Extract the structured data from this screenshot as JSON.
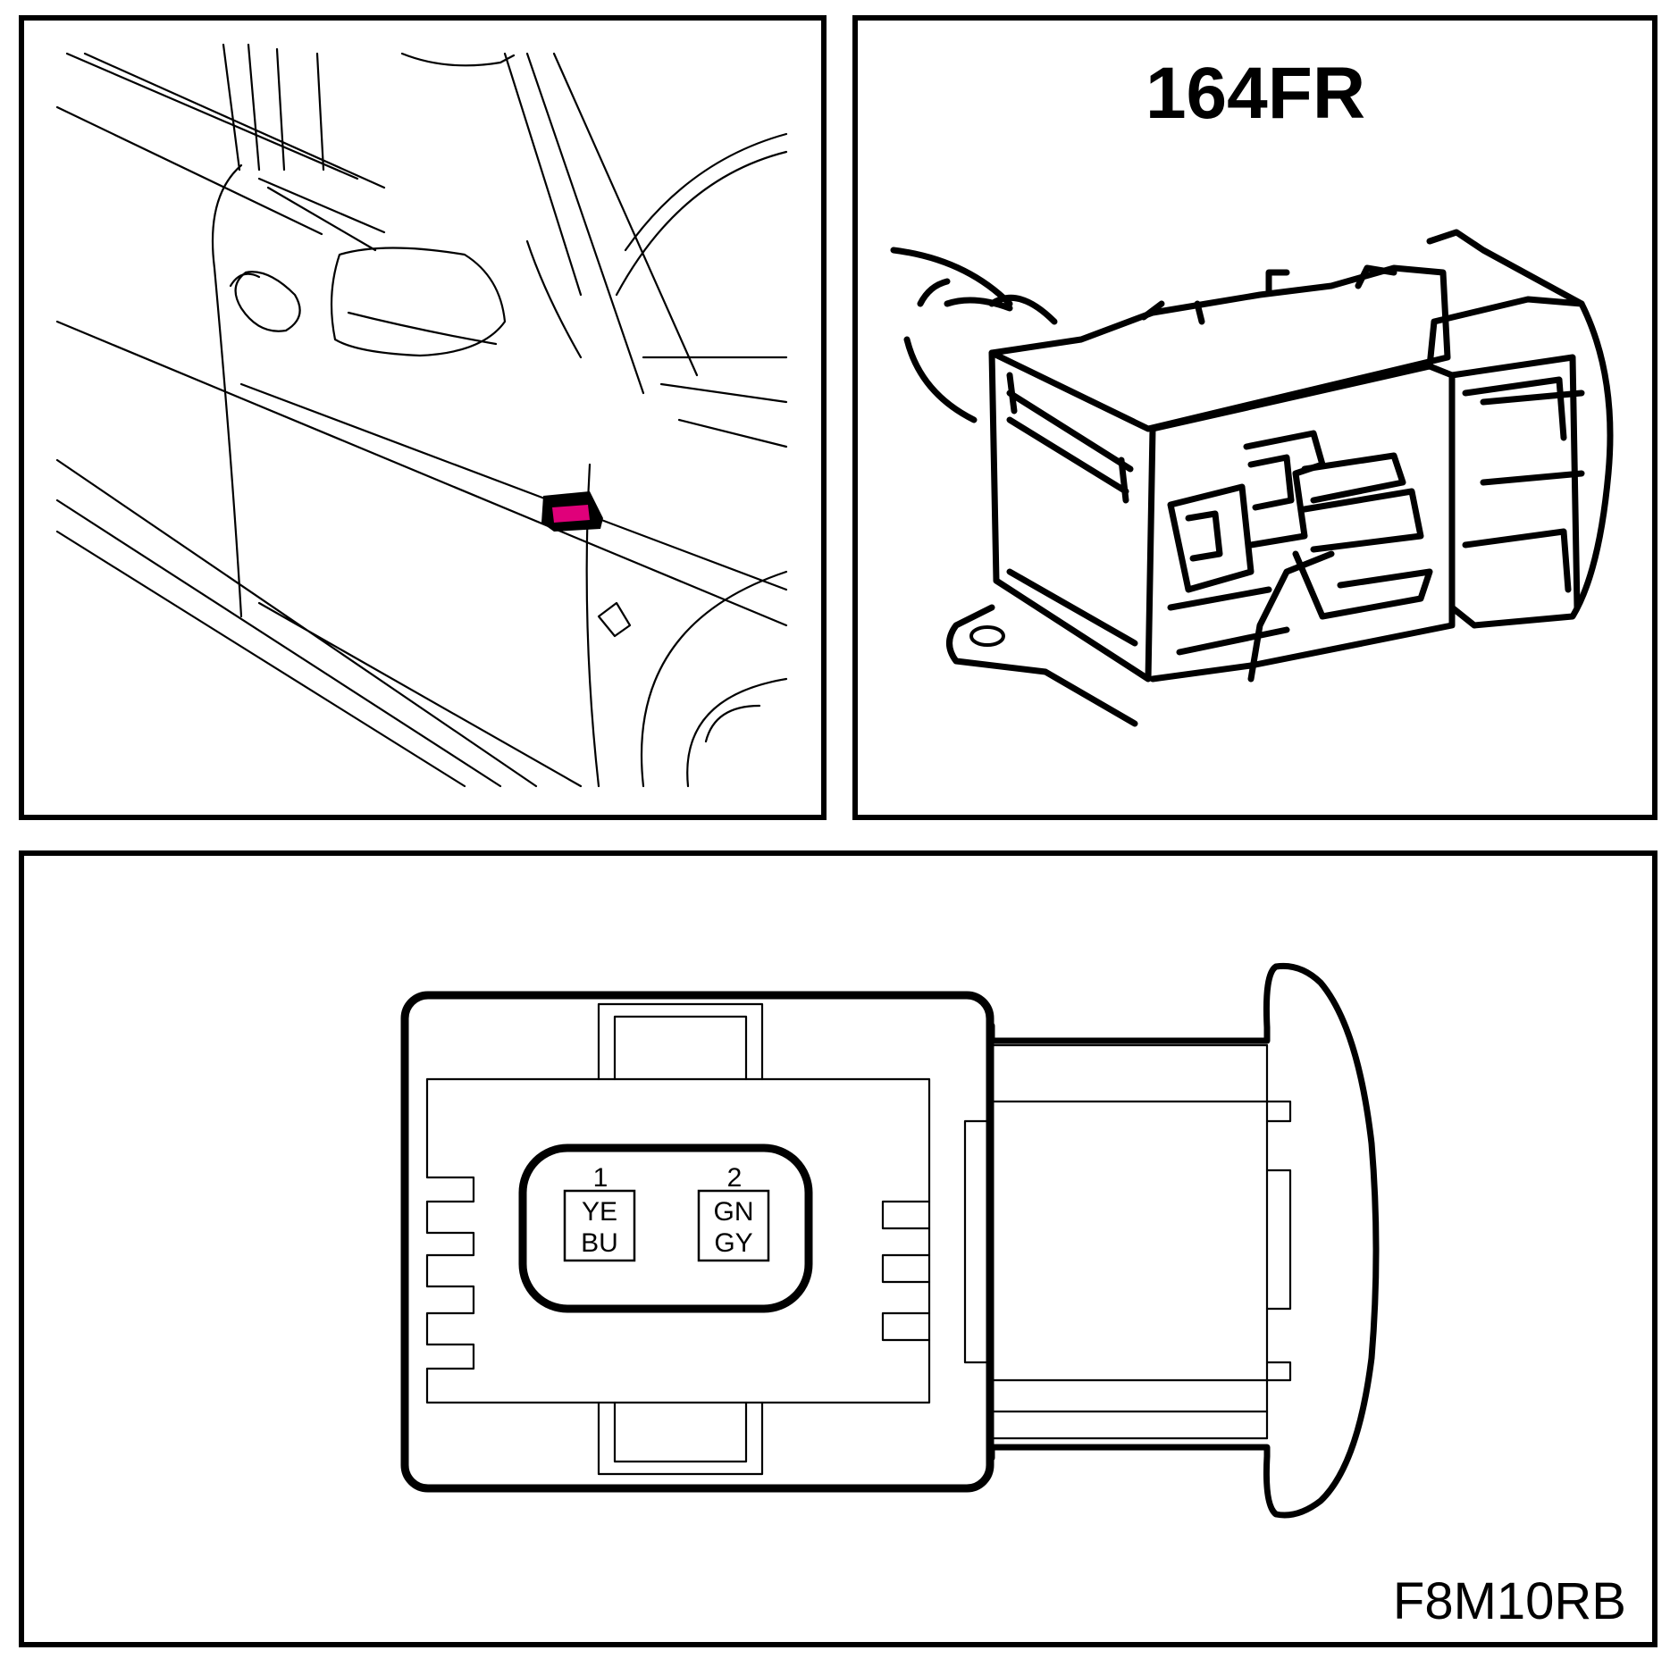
{
  "connector": {
    "id": "164FR",
    "figure_code": "F8M10RB",
    "highlight_color": "#e0007a",
    "pins": [
      {
        "number": "1",
        "wire_colors": [
          "YE",
          "BU"
        ]
      },
      {
        "number": "2",
        "wire_colors": [
          "GN",
          "GY"
        ]
      }
    ]
  }
}
